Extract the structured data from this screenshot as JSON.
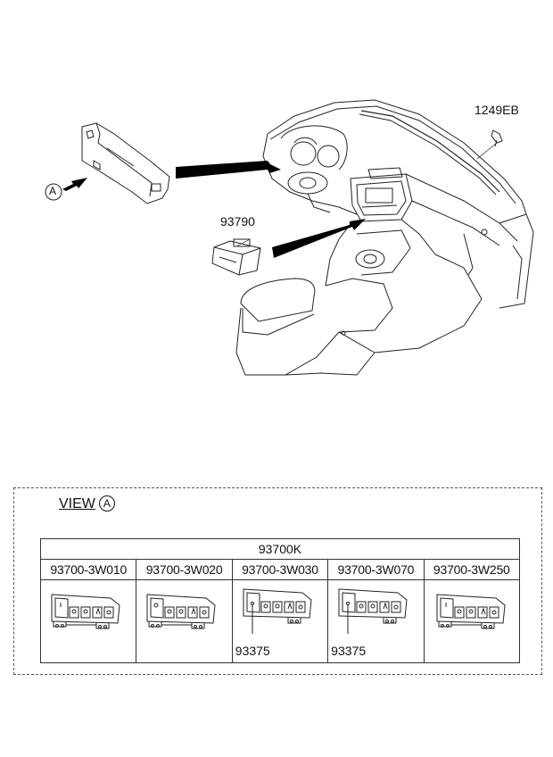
{
  "main_diagram": {
    "callouts": {
      "bracket_part": "1249EB",
      "module_part": "93790",
      "view_marker": "A"
    }
  },
  "view": {
    "title": "VIEW",
    "marker": "A",
    "assembly": "93700K",
    "variants": [
      {
        "code": "93700-3W010",
        "sub_part": ""
      },
      {
        "code": "93700-3W020",
        "sub_part": ""
      },
      {
        "code": "93700-3W030",
        "sub_part": "93375"
      },
      {
        "code": "93700-3W070",
        "sub_part": "93375"
      },
      {
        "code": "93700-3W250",
        "sub_part": ""
      }
    ]
  }
}
